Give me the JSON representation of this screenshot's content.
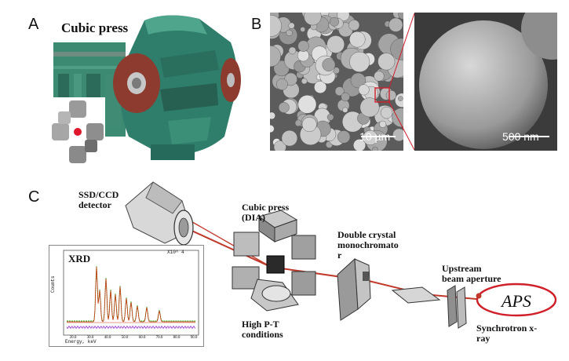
{
  "panels": {
    "a": {
      "letter": "A",
      "title": "Cubic press"
    },
    "b": {
      "letter": "B",
      "scale_left": "10 µm",
      "scale_right": "500 nm"
    },
    "c": {
      "letter": "C",
      "detector": [
        "SSD/CCD",
        "detector"
      ],
      "press": [
        "Cubic press",
        "(DIA)"
      ],
      "mono": [
        "Double crystal",
        "monochromato",
        "r"
      ],
      "aperture": [
        "Upstream",
        "beam aperture"
      ],
      "conditions": [
        "High P-T",
        "conditions"
      ],
      "source": [
        "Synchrotron x-",
        "ray"
      ],
      "aps": "APS",
      "xrd": {
        "title": "XRD",
        "xlabel": "Energy, keV",
        "ylabel": "Counts",
        "corner": "X10^ 4",
        "xticks": [
          "20.0",
          "30.0",
          "40.0",
          "50.0",
          "60.0",
          "70.0",
          "80.0",
          "90.0"
        ]
      }
    }
  },
  "colors": {
    "press_green": "#2f7d6b",
    "plate_red": "#8c3b2e",
    "beam_red": "#c0392b",
    "xrd_green": "#22bb22",
    "xrd_red": "#cc3311",
    "xrd_purple": "#9933cc"
  }
}
